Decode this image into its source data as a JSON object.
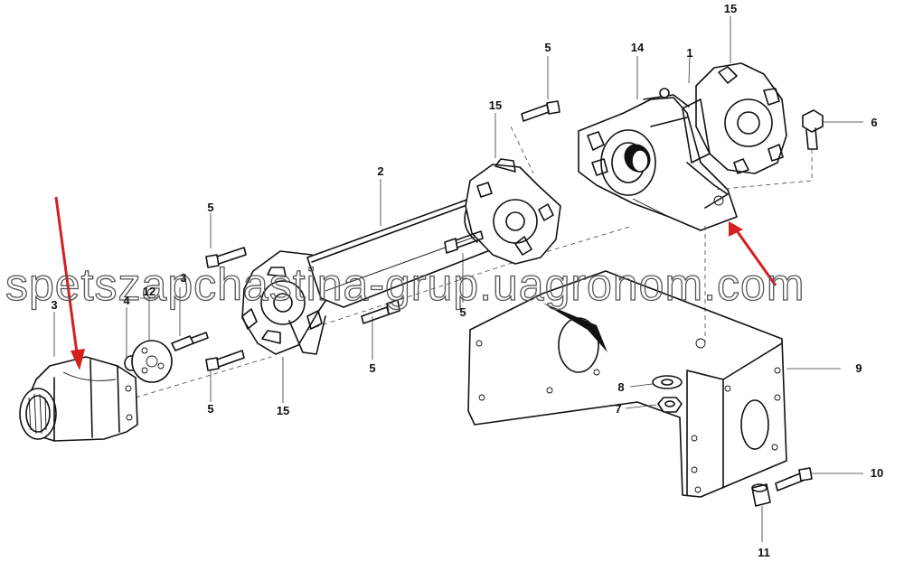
{
  "diagram": {
    "part_numbers": {
      "p1": "1",
      "p2": "2",
      "p3a": "3",
      "p3b": "3",
      "p4": "4",
      "p5a": "5",
      "p5b": "5",
      "p5c": "5",
      "p5d": "5",
      "p5e": "5",
      "p6": "6",
      "p7": "7",
      "p8": "8",
      "p9": "9",
      "p10": "10",
      "p11": "11",
      "p12": "12",
      "p14": "14",
      "p15a": "15",
      "p15b": "15",
      "p15c": "15"
    },
    "watermark": "spetszapchastina-grup.uagronom.com",
    "arrow_color": "#d42020",
    "line_color": "#111111"
  }
}
